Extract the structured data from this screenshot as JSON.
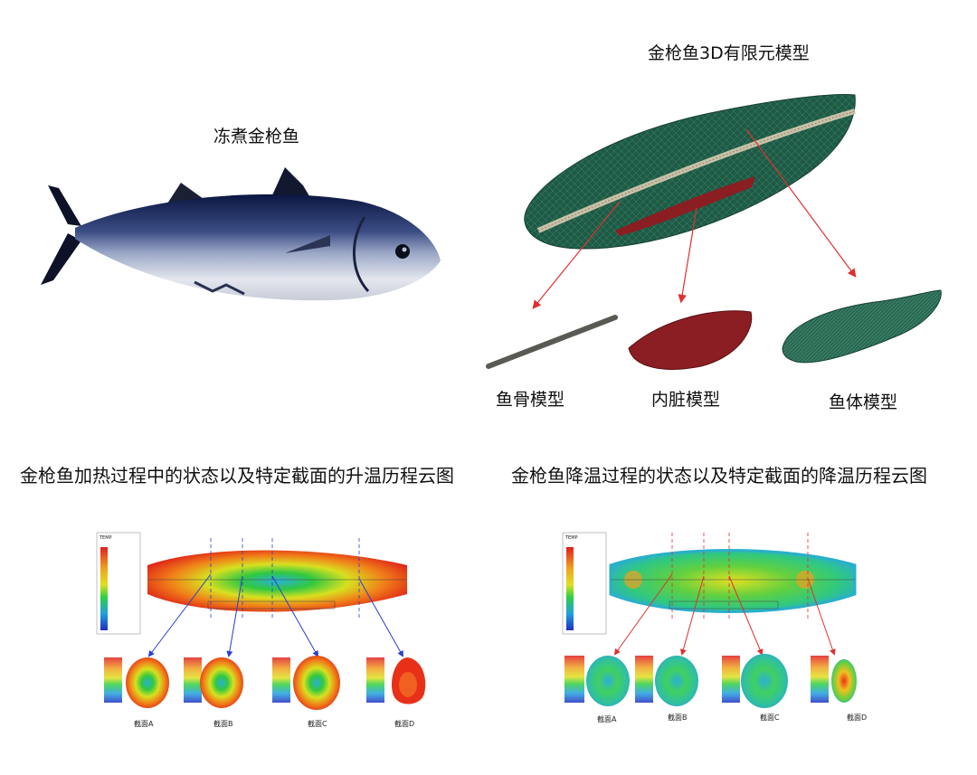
{
  "top_left": {
    "title": "冻煮金枪鱼"
  },
  "top_right": {
    "title": "金枪鱼3D有限元模型",
    "parts": [
      {
        "label": "鱼骨模型"
      },
      {
        "label": "内脏模型"
      },
      {
        "label": "鱼体模型"
      }
    ]
  },
  "bottom_left": {
    "title": "金枪鱼加热过程中的状态以及特定截面的升温历程云图",
    "legend_head": "TEMP",
    "sections": [
      "截面A",
      "截面B",
      "截面C",
      "截面D"
    ]
  },
  "bottom_right": {
    "title": "金枪鱼降温过程的状态以及特定截面的降温历程云图",
    "legend_head": "TEMP",
    "sections": [
      "截面A",
      "截面B",
      "截面C",
      "截面D"
    ]
  },
  "colors": {
    "mesh_green": "#1f5a46",
    "viscera_red": "#8a1e22",
    "arrow_red": "#e03030",
    "arrow_blue": "#2a3fd0",
    "hot": "#e83018",
    "cool": "#2ab0c8"
  }
}
